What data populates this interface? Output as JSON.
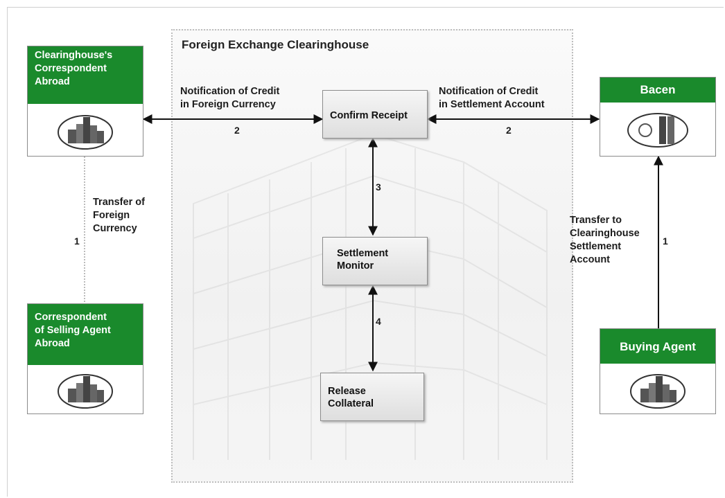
{
  "zone": {
    "title": "Foreign Exchange Clearinghouse"
  },
  "entities": {
    "clearinghouse_correspondent": [
      "Clearinghouse's",
      "Correspondent",
      "Abroad"
    ],
    "selling_correspondent": [
      "Correspondent",
      "of Selling Agent",
      "Abroad"
    ],
    "bacen": "Bacen",
    "buying_agent": "Buying Agent"
  },
  "process_boxes": {
    "confirm_receipt": "Confirm Receipt",
    "settlement_monitor": [
      "Settlement",
      "Monitor"
    ],
    "release_collateral": [
      "Release",
      "Collateral"
    ]
  },
  "flows": {
    "notif_foreign": [
      "Notification of Credit",
      "in Foreign Currency"
    ],
    "notif_settlement": [
      "Notification of Credit",
      "in Settlement Account"
    ],
    "transfer_foreign": [
      "Transfer of",
      "Foreign",
      "Currency"
    ],
    "transfer_clearinghouse": [
      "Transfer to",
      "Clearinghouse",
      "Settlement",
      "Account"
    ]
  },
  "steps": {
    "left_notif": "2",
    "right_notif": "2",
    "confirm_to_monitor": "3",
    "monitor_to_release": "4",
    "left_transfer": "1",
    "right_transfer": "1"
  },
  "colors": {
    "header_green": "#1a8a2c",
    "arrow": "#111111"
  }
}
